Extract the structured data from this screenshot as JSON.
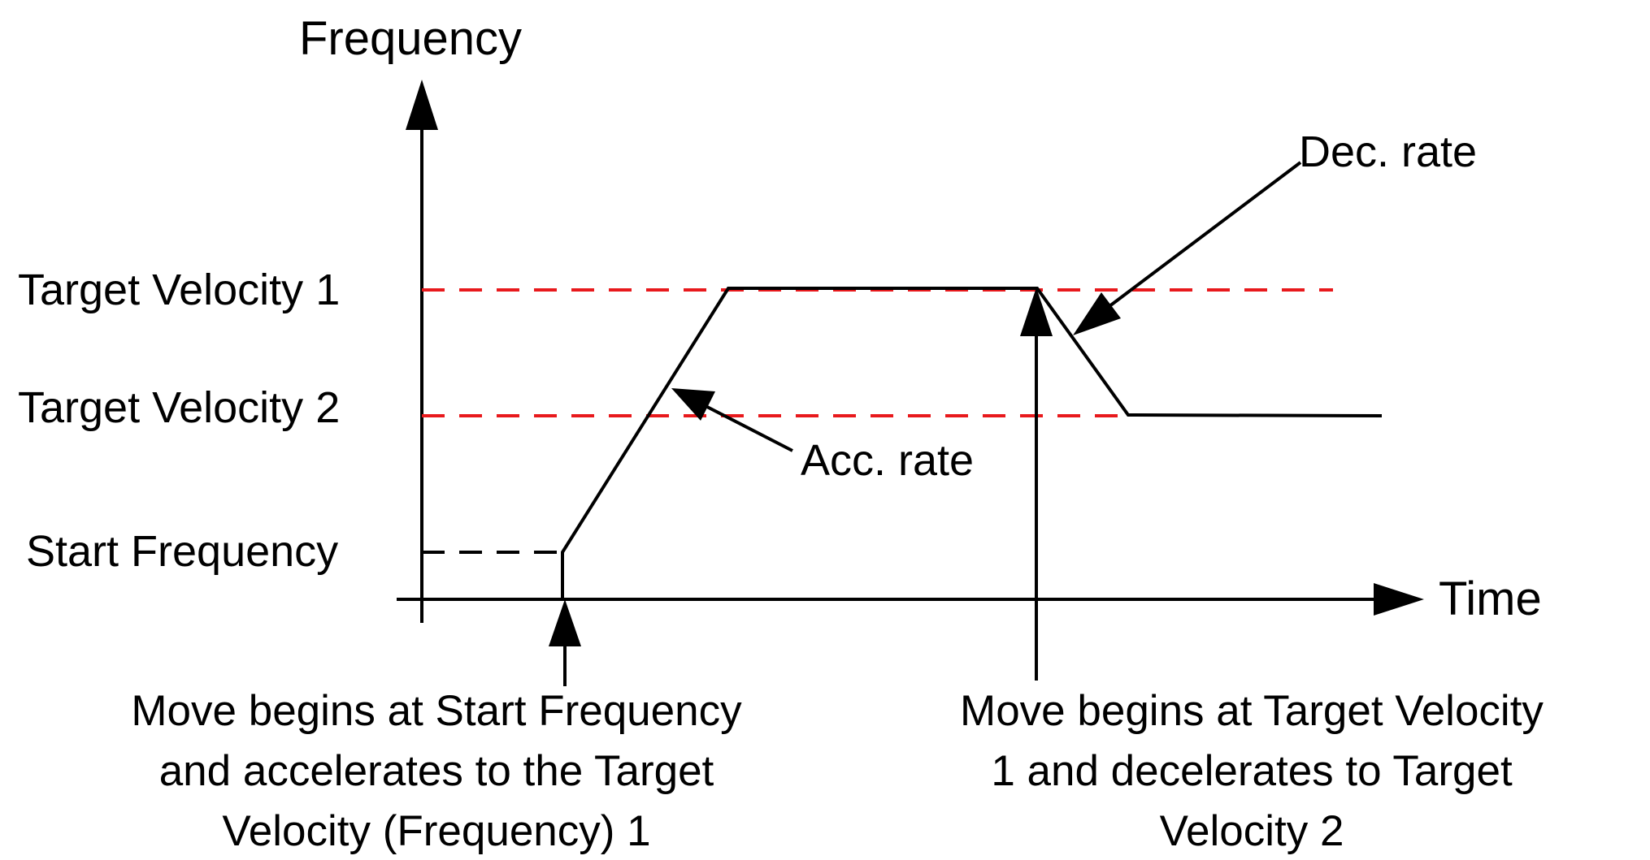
{
  "axes": {
    "y_label": "Frequency",
    "x_label": "Time"
  },
  "levels": {
    "target_velocity_1": "Target Velocity 1",
    "target_velocity_2": "Target Velocity 2",
    "start_frequency": "Start Frequency"
  },
  "annotations": {
    "dec_rate": "Dec. rate",
    "acc_rate": "Acc. rate"
  },
  "captions": {
    "left": [
      "Move begins at Start Frequency",
      "and accelerates to the Target",
      "Velocity (Frequency) 1"
    ],
    "right": [
      "Move begins at Target Velocity",
      "1 and decelerates to Target",
      "Velocity 2"
    ]
  },
  "colors": {
    "line": "#000000",
    "target_guides": "#e8191c",
    "background": "#ffffff"
  }
}
